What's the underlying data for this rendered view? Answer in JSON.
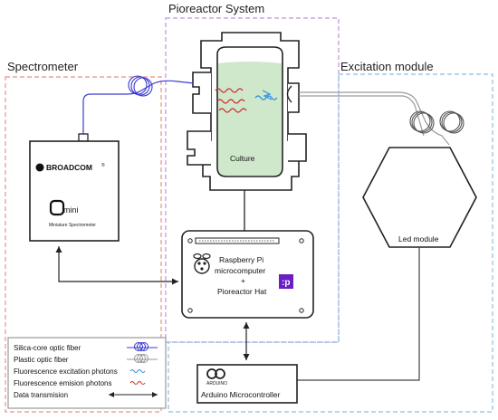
{
  "sections": {
    "pioreactor_system": {
      "title": "Pioreactor System",
      "border_color": "#c9a3e0"
    },
    "spectrometer": {
      "title": "Spectrometer",
      "border_color": "#e8a49a"
    },
    "excitation_module": {
      "title": "Excitation module",
      "border_color": "#9ec9e6"
    }
  },
  "vessel": {
    "label": "Culture",
    "liquid_color": "#cfe8cc"
  },
  "spectrometer_device": {
    "brand": "BROADCOM",
    "brand_suffix": "®",
    "logo_text": "mini",
    "caption": "Miniature Spectrometer"
  },
  "raspberry_pi": {
    "line1": "Raspberry Pi",
    "line2": "microcomputer",
    "line3": "+",
    "line4": "Pioreactor Hat",
    "hat_logo_text": ":p",
    "hat_logo_color": "#6a1fc4"
  },
  "led_module": {
    "label": "Led module"
  },
  "arduino": {
    "label": "Arduino Microcontroller",
    "logo_text": "ARDUINO"
  },
  "legend": {
    "items": [
      {
        "label": "Silica-core optic fiber",
        "symbol": "silica-fiber",
        "color": "#3b3bd0"
      },
      {
        "label": "Plastic optic fiber",
        "symbol": "plastic-fiber",
        "color": "#9a9a9a"
      },
      {
        "label": "Fluorescence excitation photons",
        "symbol": "excitation-wave",
        "color": "#2f8fe0"
      },
      {
        "label": "Fluorescence emision photons",
        "symbol": "emission-wave",
        "color": "#d43030"
      },
      {
        "label": "Data transmision",
        "symbol": "data-arrow",
        "color": "#222222"
      }
    ]
  },
  "colors": {
    "silica_fiber": "#3b3bd0",
    "plastic_fiber": "#9a9a9a",
    "excitation_wave": "#2f8fe0",
    "emission_wave": "#d43030",
    "line": "#222222"
  }
}
